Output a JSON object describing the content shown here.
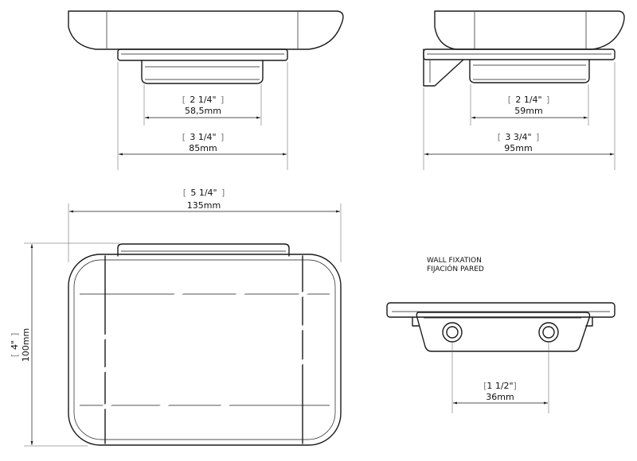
{
  "dimensions": {
    "front_inner": {
      "imperial": "2 1/4\"",
      "metric": "58,5mm"
    },
    "front_outer": {
      "imperial": "3 1/4\"",
      "metric": "85mm"
    },
    "side_inner": {
      "imperial": "2 1/4\"",
      "metric": "59mm"
    },
    "side_outer": {
      "imperial": "3 3/4\"",
      "metric": "95mm"
    },
    "top_width": {
      "imperial": "5 1/4\"",
      "metric": "135mm"
    },
    "top_height": {
      "imperial": "4\"",
      "metric": "100mm"
    },
    "fixation_spacing": {
      "imperial": "1 1/2\"",
      "metric": "36mm"
    }
  },
  "wall_fixation": {
    "title_en": "WALL FIXATION",
    "title_es": "FIJACIÓN PARED"
  },
  "colors": {
    "line": "#1a1a1a",
    "bracket": "#777777",
    "background": "#ffffff"
  }
}
